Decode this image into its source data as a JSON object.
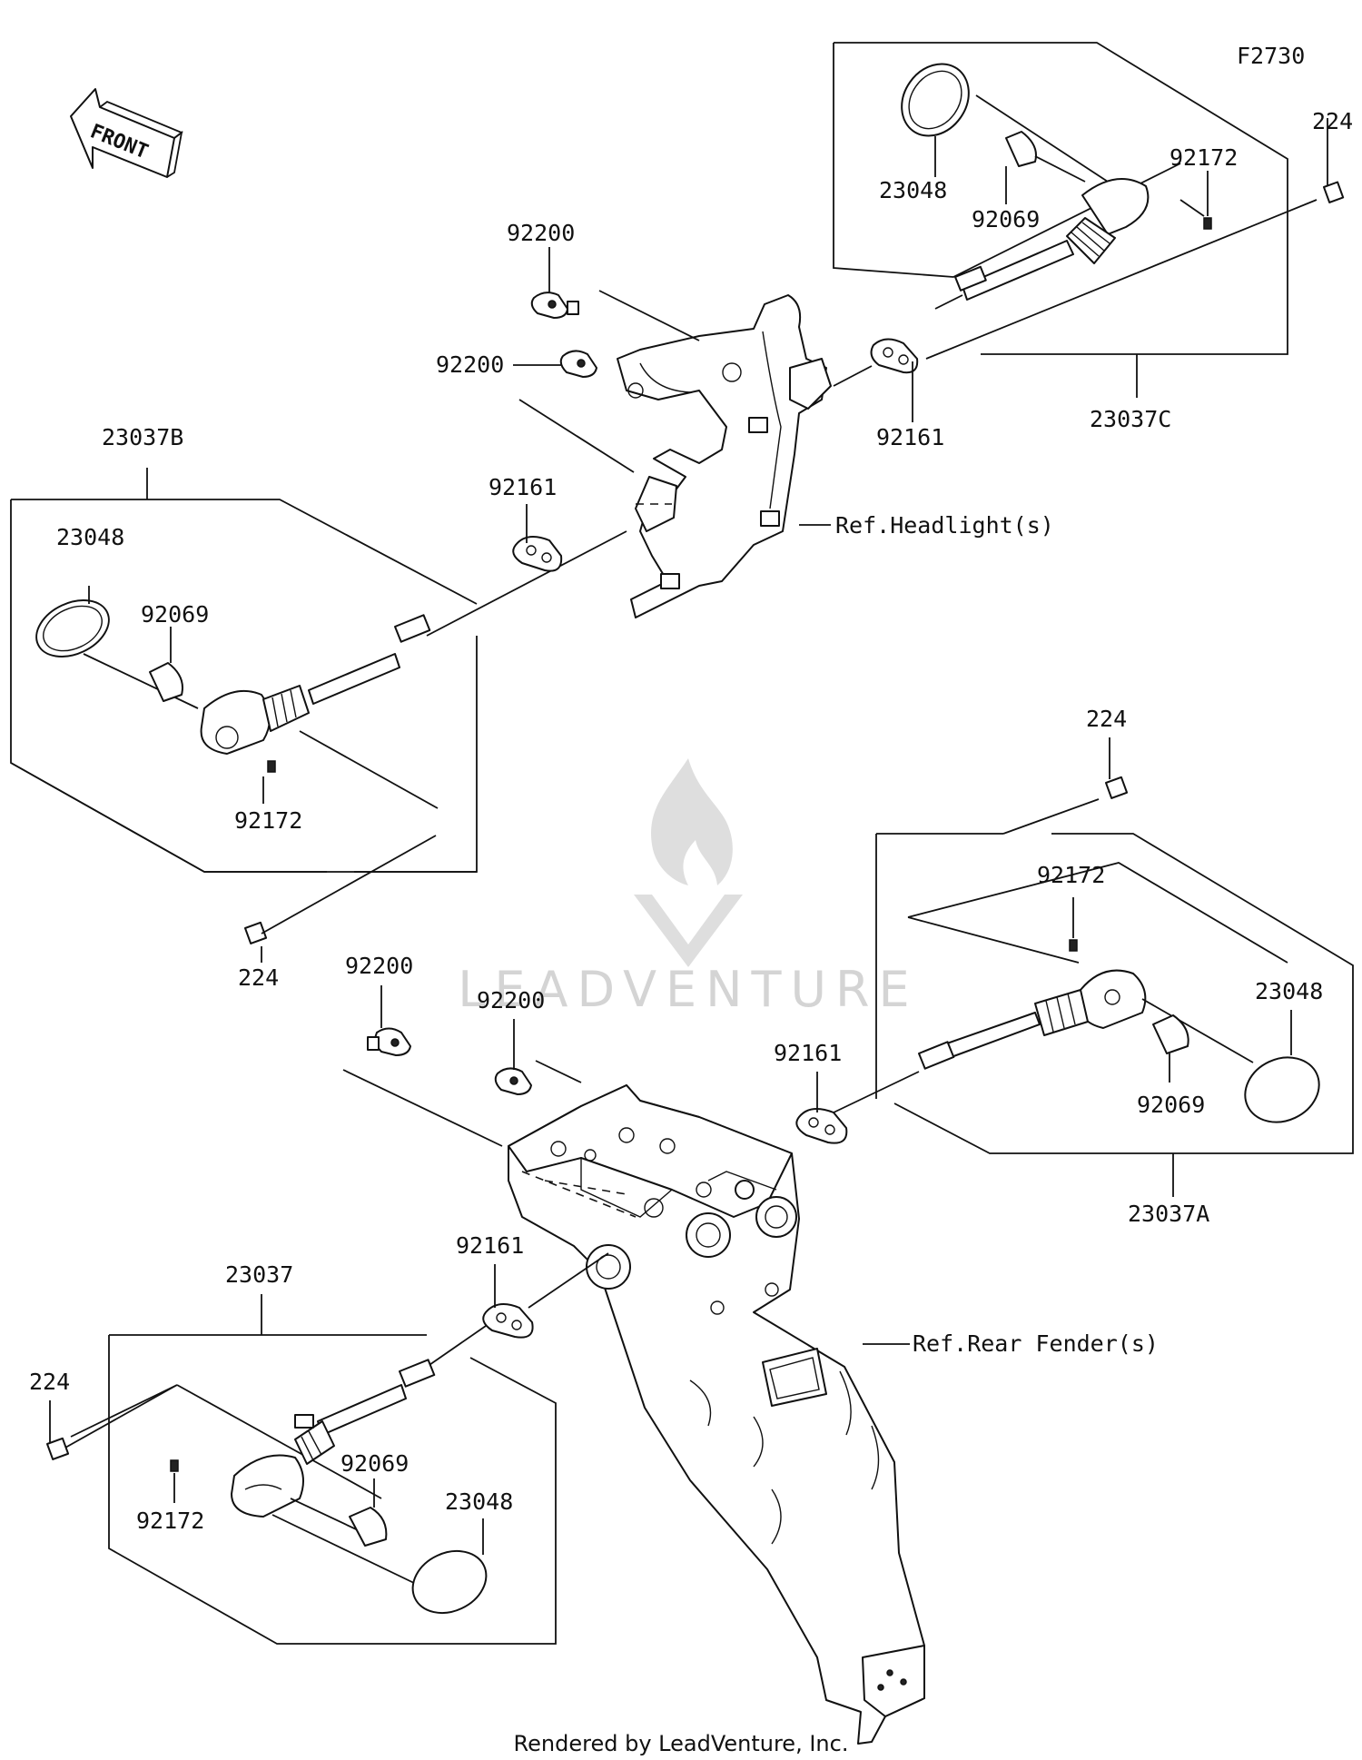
{
  "diagram_code": "F2730",
  "front_label": "FRONT",
  "watermark": "LEADVENTURE",
  "footer": "Rendered by LeadVenture, Inc.",
  "refs": {
    "headlight": "Ref.Headlight(s)",
    "rear_fender": "Ref.Rear Fender(s)"
  },
  "labels": {
    "top_right": {
      "assembly": "23037C",
      "lens": "23048",
      "bulb": "92069",
      "screw": "92172",
      "bolt": "224",
      "grommet": "92161"
    },
    "top_left": {
      "assembly": "23037B",
      "lens": "23048",
      "bulb": "92069",
      "screw": "92172",
      "bolt": "224",
      "grommet": "92161"
    },
    "top_bracket": {
      "collar_a": "92200",
      "collar_b": "92200"
    },
    "mid_right": {
      "assembly": "23037A",
      "lens": "23048",
      "bulb": "92069",
      "screw": "92172",
      "bolt": "224",
      "grommet": "92161"
    },
    "rear_bracket": {
      "collar_a": "92200",
      "collar_b": "92200"
    },
    "bottom_left": {
      "assembly": "23037",
      "lens": "23048",
      "bulb": "92069",
      "screw": "92172",
      "bolt": "224",
      "grommet": "92161"
    }
  }
}
